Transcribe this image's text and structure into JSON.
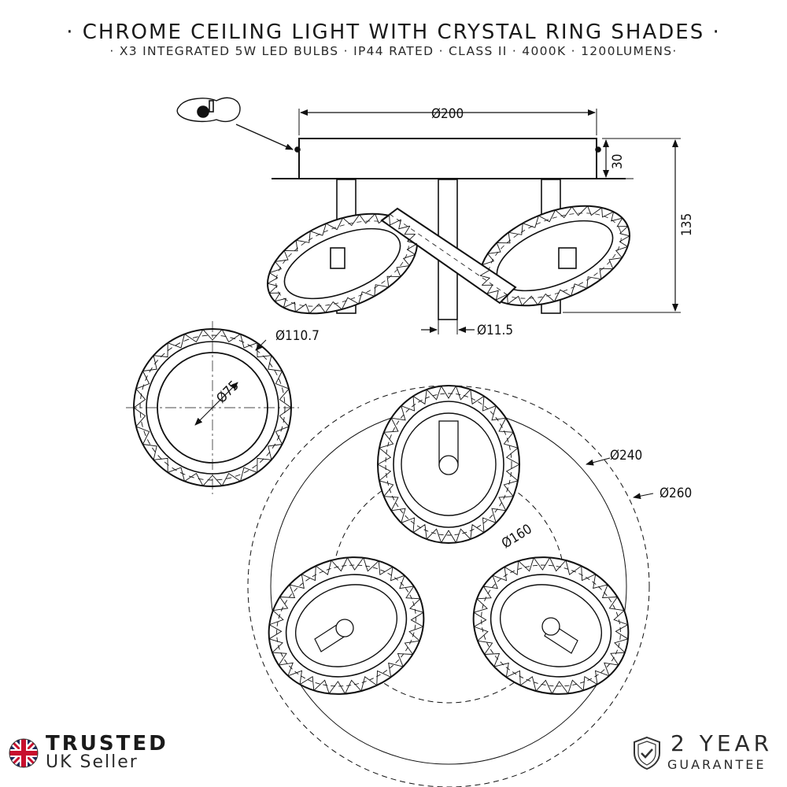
{
  "header": {
    "title": "· CHROME CEILING LIGHT WITH CRYSTAL RING SHADES ·",
    "subtitle": "· X3 INTEGRATED 5W LED BULBS · IP44 RATED · CLASS II · 4000K · 1200LUMENS·"
  },
  "dimensions": {
    "base_diameter": "Ø200",
    "base_height": "30",
    "total_height": "135",
    "stem_diameter": "Ø11.5",
    "ring_outer": "Ø110.7",
    "ring_inner": "Ø75",
    "inner_circle": "Ø160",
    "middle_circle": "Ø240",
    "outer_circle": "Ø260"
  },
  "badges": {
    "trusted_title": "TRUSTED",
    "trusted_sub": "UK Seller",
    "guarantee_years": "2 YEAR",
    "guarantee_label": "GUARANTEE"
  },
  "icons": {
    "flag": "union-jack-icon",
    "shield": "shield-check-icon",
    "fixing": "ceiling-fixing-icon"
  }
}
